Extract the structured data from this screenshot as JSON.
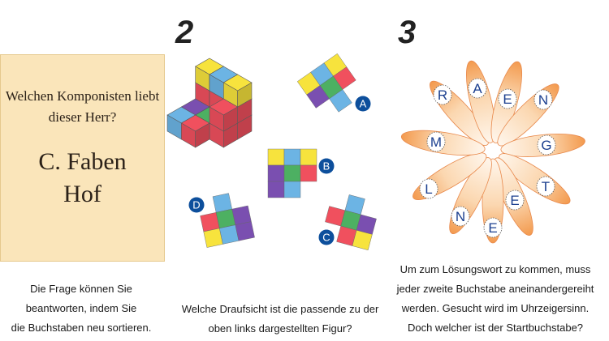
{
  "puzzle1": {
    "question": [
      "Welchen Komponisten liebt",
      "dieser Herr?"
    ],
    "anagram": [
      "C. Faben",
      "Hof"
    ],
    "caption": [
      "Die Frage können Sie",
      "beantworten, indem Sie",
      "die Buchstaben neu sortieren."
    ]
  },
  "puzzle2": {
    "number": "2",
    "options": [
      "A",
      "B",
      "C",
      "D"
    ],
    "caption": [
      "Welche Draufsicht ist die passende zu der",
      "oben links dargestellten Figur?"
    ]
  },
  "puzzle3": {
    "number": "3",
    "letters": [
      "R",
      "A",
      "E",
      "N",
      "G",
      "T",
      "E",
      "E",
      "N",
      "L",
      "M"
    ],
    "caption": [
      "Um zum Lösungswort zu kommen, muss",
      "jeder zweite Buchstabe aneinandergereiht",
      "werden. Gesucht wird im Uhrzeigersinn.",
      "Doch welcher ist der Startbuchstabe?"
    ]
  },
  "colors": {
    "yellow": "#f7e33d",
    "blue": "#6cb4e4",
    "red": "#f0505e",
    "green": "#4db062",
    "purple": "#7a4fb0",
    "badge": "#0d4f9c",
    "letter": "#1b3f8f"
  }
}
